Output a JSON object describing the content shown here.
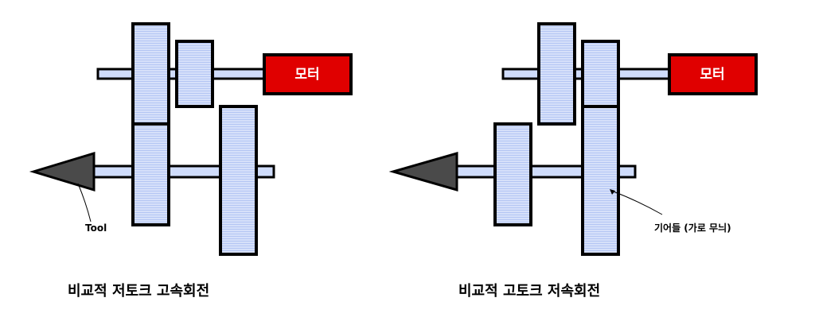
{
  "colors": {
    "gear_fill": "#d6e0fa",
    "gear_stripe": "#b4c6f4",
    "shaft": "#cfdcfb",
    "motor": "#e00000",
    "motor_text": "#ffffff",
    "tool": "#4a4a4a",
    "outline": "#000000"
  },
  "left_panel": {
    "motor_label": "모터",
    "tool_label": "Tool",
    "caption": "비교적 저토크 고속회전"
  },
  "right_panel": {
    "motor_label": "모터",
    "gear_label": "기어들 (가로 무늬)",
    "caption": "비교적 고토크 저속회전"
  }
}
